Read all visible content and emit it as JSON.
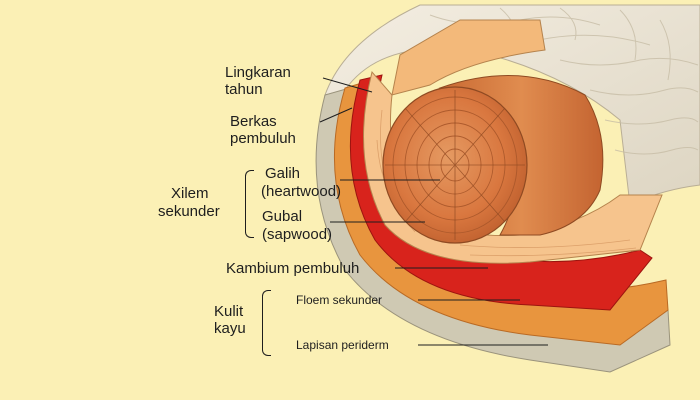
{
  "colors": {
    "background": "#fbf0b5",
    "bark": "#ece6d6",
    "periderm": "#d9d4c0",
    "phloem": "#e5913a",
    "cambium": "#d8231c",
    "sapwood": "#f6c48d",
    "heartwood": "#d4743c",
    "label_text": "#1e1e1e"
  },
  "labels": {
    "growth_rings": [
      "Lingkaran",
      "tahun"
    ],
    "vessel_bundle": [
      "Berkas",
      "pembuluh"
    ],
    "secondary_xylem": [
      "Xilem",
      "sekunder"
    ],
    "heartwood": [
      "Galih",
      "(heartwood)"
    ],
    "sapwood": [
      "Gubal",
      "(sapwood)"
    ],
    "vascular_cambium": "Kambium pembuluh",
    "bark": [
      "Kulit",
      "kayu"
    ],
    "secondary_phloem": "Floem sekunder",
    "periderm_layer": "Lapisan periderm"
  }
}
